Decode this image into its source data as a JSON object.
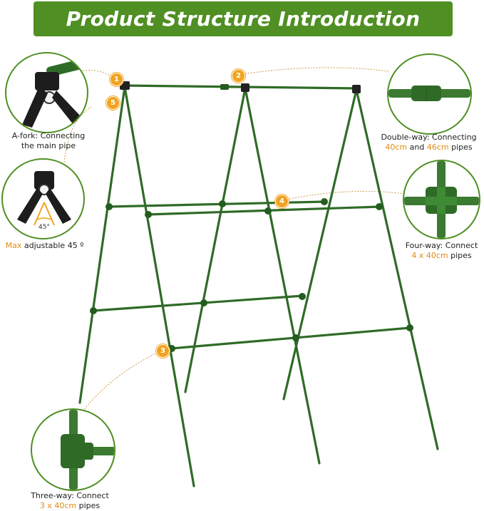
{
  "title": "Product Structure Introduction",
  "colors": {
    "banner": "#4f8f23",
    "pipe": "#2f6b27",
    "accent": "#f1a31f"
  },
  "markers": [
    "1",
    "2",
    "3",
    "4",
    "5"
  ],
  "callouts": {
    "afork": {
      "line1": "A-fork: Connecting",
      "line2": "the main pipe"
    },
    "double_way": {
      "line1": "Double-way: Connecting",
      "line2_a": "40cm",
      "line2_b": "and",
      "line2_c": "46cm",
      "line2_d": "pipes"
    },
    "angle": {
      "badge": "45°",
      "prefix": "Max",
      "rest": "adjustable 45 º"
    },
    "four_way": {
      "line1": "Four-way: Connect",
      "line2_a": "4 x 40cm",
      "line2_b": "pipes"
    },
    "three_way": {
      "line1": "Three-way: Connect",
      "line2_a": "3 x 40cm",
      "line2_b": "pipes"
    }
  }
}
